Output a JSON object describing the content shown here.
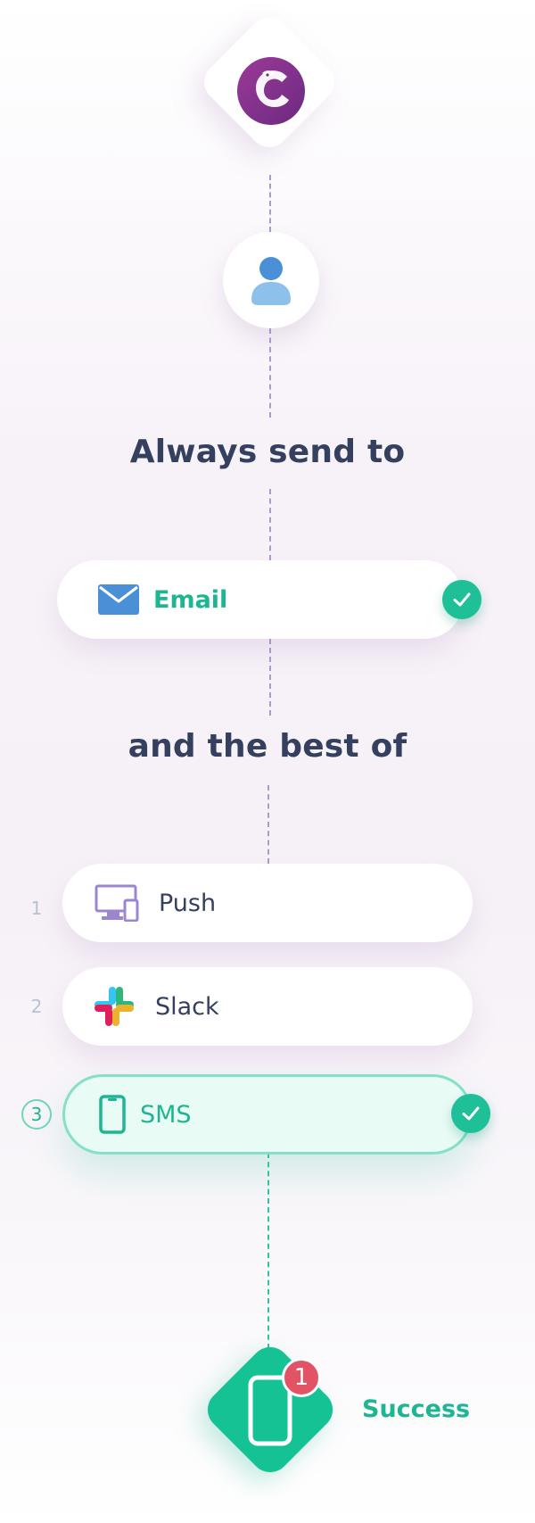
{
  "headings": {
    "always": "Always send to",
    "best": "and the best of"
  },
  "channels": {
    "email": {
      "label": "Email",
      "icon": "envelope-icon",
      "checked": true
    },
    "push": {
      "rank": "1",
      "label": "Push",
      "icon": "devices-icon"
    },
    "slack": {
      "rank": "2",
      "label": "Slack",
      "icon": "slack-icon"
    },
    "sms": {
      "rank": "3",
      "label": "SMS",
      "icon": "phone-icon",
      "checked": true
    }
  },
  "result": {
    "badge": "1",
    "label": "Success"
  },
  "colors": {
    "teal": "#1fbf97",
    "navy": "#34405e",
    "purple": "#8b2f8a",
    "badge": "#e25365",
    "dash": "#a99ccd"
  }
}
